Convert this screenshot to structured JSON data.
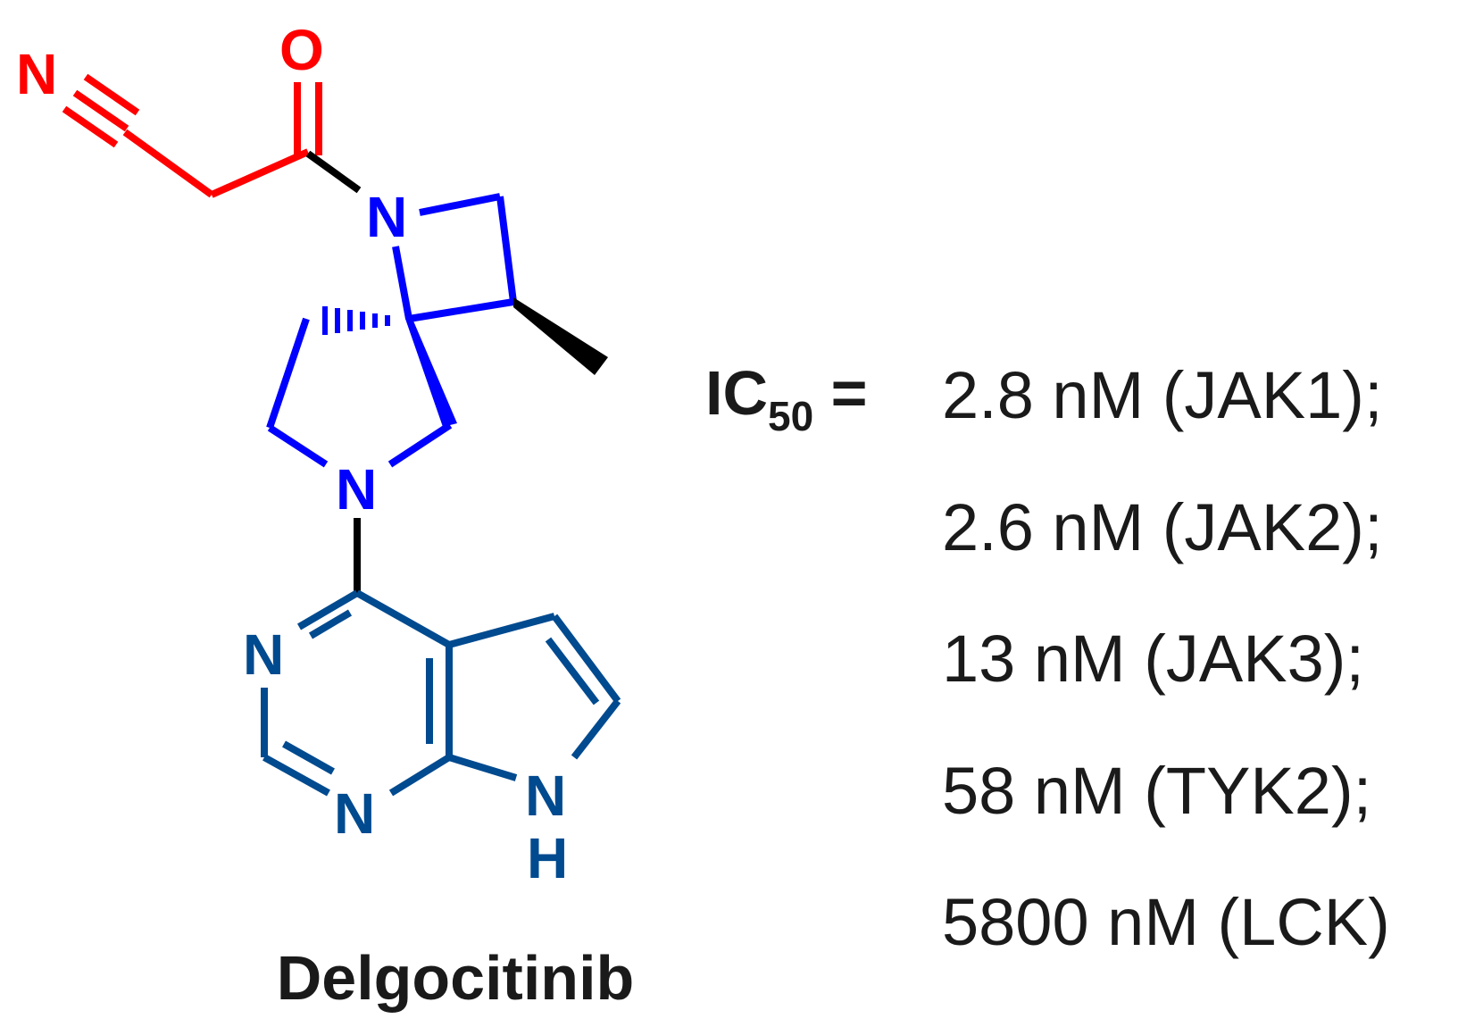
{
  "colors": {
    "nitrile_group": "#ff0000",
    "spiro_core": "#0000ff",
    "pyrrolopyrimidine": "#004a8f",
    "linker": "#000000",
    "text": "#1a1a1a"
  },
  "atom_labels": {
    "nitrile_n": "N",
    "carbonyl_o": "O",
    "azetidine_n": "N",
    "pyrrolidine_n": "N",
    "pyrimidine_n1": "N",
    "pyrimidine_n3": "N",
    "pyrrole_n": "N",
    "pyrrole_h": "H"
  },
  "compound_name": "Delgocitinib",
  "ic50": {
    "label_main": "IC",
    "label_sub": "50",
    "label_eq": " =",
    "values": [
      "2.8 nM (JAK1);",
      "2.6 nM (JAK2);",
      "13 nM (JAK3);",
      "58 nM (TYK2);",
      "5800 nM (LCK)"
    ]
  }
}
